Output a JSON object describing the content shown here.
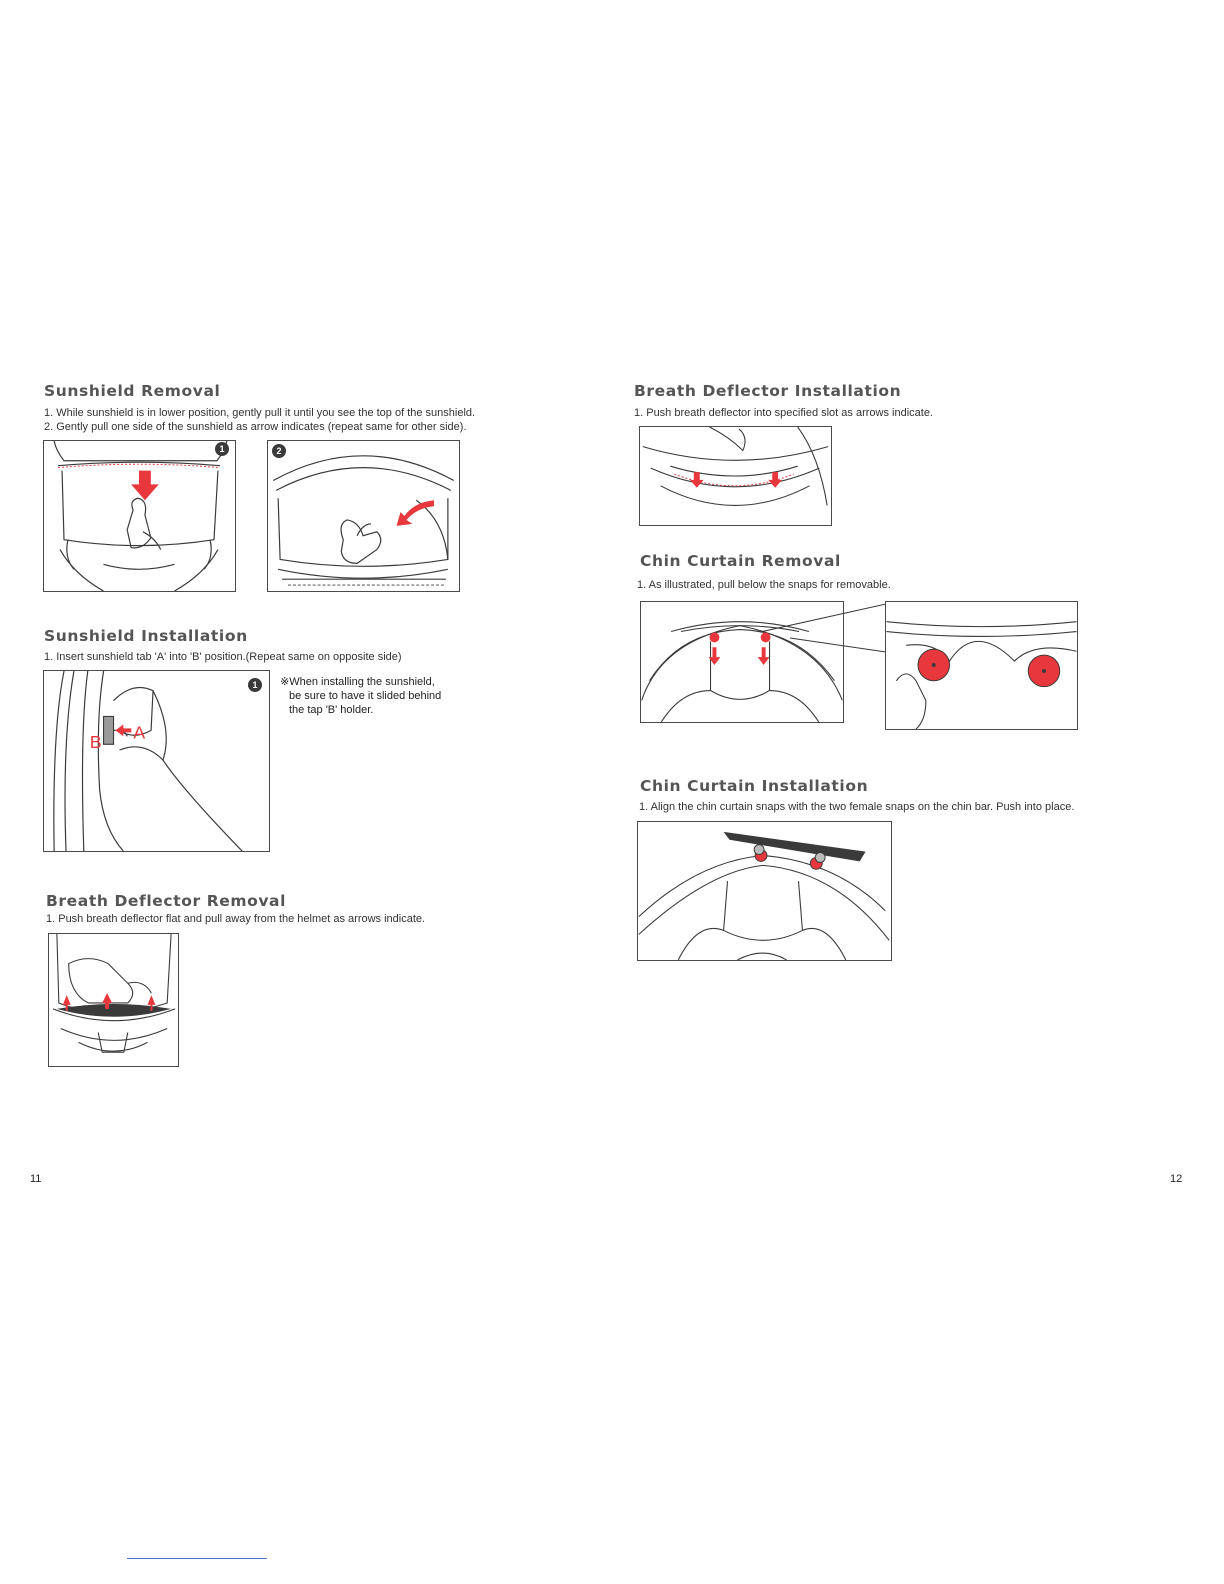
{
  "left_page": {
    "page_number": "11",
    "sunshield_removal": {
      "title": "Sunshield Removal",
      "steps": [
        "1. While sunshield is in lower position, gently pull it until you see the top of the sunshield.",
        "2. Gently pull one side of the sunshield as arrow indicates (repeat same for other side)."
      ],
      "badge_1": "1",
      "badge_2": "2"
    },
    "sunshield_installation": {
      "title": "Sunshield Installation",
      "steps": [
        "1. Insert sunshield  tab 'A' into 'B' position.(Repeat same on opposite side)"
      ],
      "badge": "1",
      "label_a": "A",
      "label_b": "B",
      "note_lines": [
        "※When installing the sunshield,",
        "be sure to have it slided behind",
        "the tap 'B' holder."
      ]
    },
    "breath_deflector_removal": {
      "title": "Breath Deflector Removal",
      "steps": [
        "1. Push breath deflector flat and pull away from the helmet as arrows indicate."
      ]
    }
  },
  "right_page": {
    "page_number": "12",
    "breath_deflector_installation": {
      "title": "Breath Deflector Installation",
      "steps": [
        "1. Push breath deflector into specified slot as arrows indicate."
      ]
    },
    "chin_curtain_removal": {
      "title": "Chin Curtain Removal",
      "steps": [
        "1. As illustrated, pull below the snaps for removable."
      ]
    },
    "chin_curtain_installation": {
      "title": "Chin Curtain Installation",
      "steps": [
        "1. Align the chin curtain snaps with the two female snaps on the chin bar. Push into place."
      ]
    }
  },
  "colors": {
    "arrow": "#e8383d",
    "line": "#3a3a3a",
    "heading": "#555555"
  }
}
